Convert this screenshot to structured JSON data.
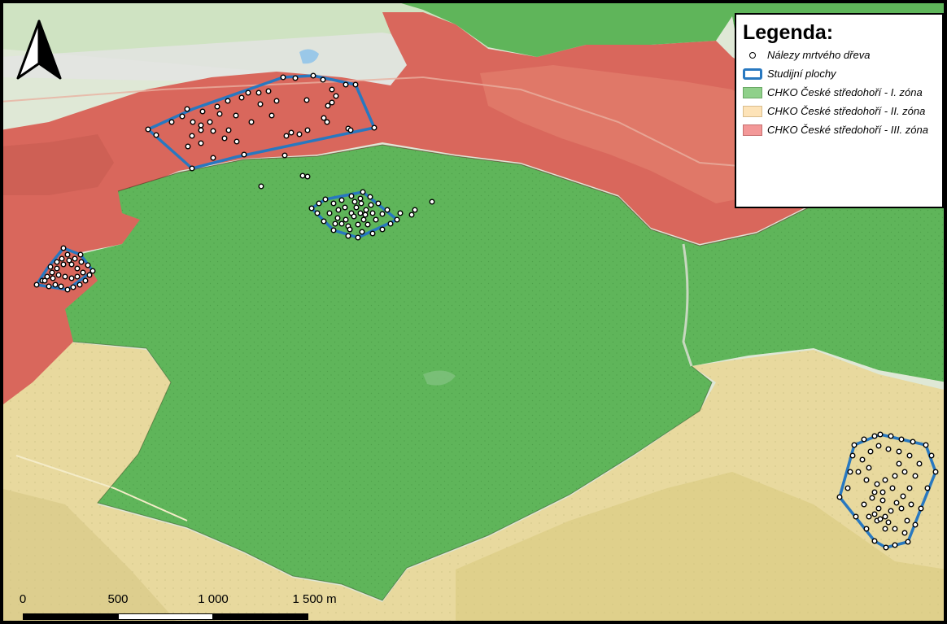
{
  "legend": {
    "title": "Legenda:",
    "items": [
      {
        "label": "Nálezy mrtvého dřeva",
        "symbol": "point"
      },
      {
        "label": "Studijní plochy",
        "symbol": "study-area"
      },
      {
        "label": "CHKO České středohoří - I. zóna",
        "symbol": "zone-1"
      },
      {
        "label": "CHKO České středohoří - II. zóna",
        "symbol": "zone-2"
      },
      {
        "label": "CHKO České středohoří - III. zóna",
        "symbol": "zone-3"
      }
    ]
  },
  "scale_bar": {
    "labels": [
      "0",
      "500",
      "1 000",
      "1 500 m"
    ]
  },
  "colors": {
    "zone_1": "#5fb55a",
    "zone_2": "#e7d99a",
    "zone_3": "#d9675c",
    "study_area_outline": "#2878c0",
    "point_fill": "#ffffff",
    "point_outline": "#000000"
  },
  "icons": {
    "north_arrow": "north-arrow-icon"
  }
}
